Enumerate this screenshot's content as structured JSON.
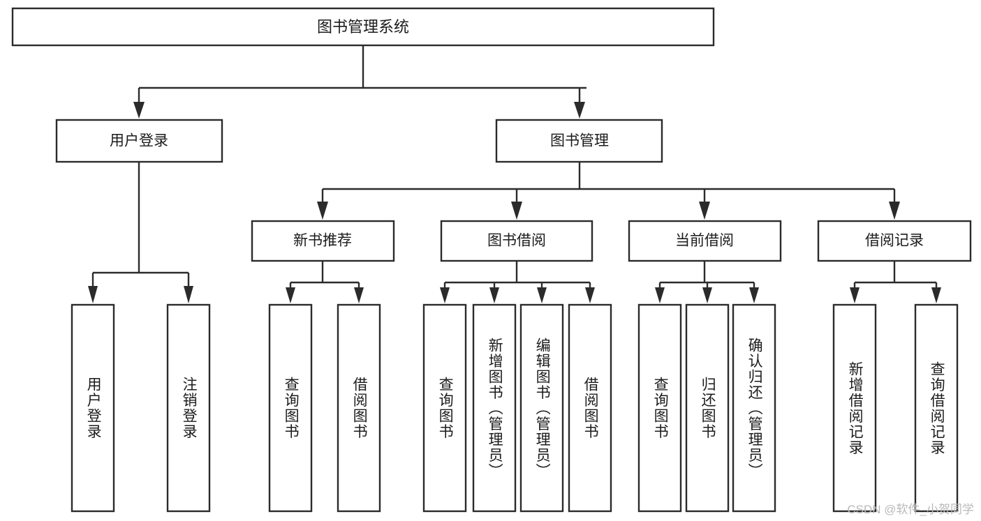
{
  "diagram": {
    "title": "图书管理系统",
    "type": "tree-hierarchy",
    "orientation": "top-down",
    "root": {
      "label": "图书管理系统"
    },
    "level1": [
      {
        "label": "用户登录"
      },
      {
        "label": "图书管理"
      }
    ],
    "level2": [
      {
        "label": "新书推荐",
        "parent": "图书管理"
      },
      {
        "label": "图书借阅",
        "parent": "图书管理"
      },
      {
        "label": "当前借阅",
        "parent": "图书管理"
      },
      {
        "label": "借阅记录",
        "parent": "图书管理"
      }
    ],
    "leaves": {
      "user_login": [
        {
          "label": "用户登录"
        },
        {
          "label": "注销登录"
        }
      ],
      "new_book_recommend": [
        {
          "label": "查询图书"
        },
        {
          "label": "借阅图书"
        }
      ],
      "book_borrow": [
        {
          "label": "查询图书"
        },
        {
          "label": "新增图书（管理员）"
        },
        {
          "label": "编辑图书（管理员）"
        },
        {
          "label": "借阅图书"
        }
      ],
      "current_borrow": [
        {
          "label": "查询图书"
        },
        {
          "label": "归还图书"
        },
        {
          "label": "确认归还（管理员）"
        }
      ],
      "borrow_record": [
        {
          "label": "新增借阅记录"
        },
        {
          "label": "查询借阅记录"
        }
      ]
    },
    "watermark": "CSDN @软件_小贺同学",
    "colors": {
      "stroke": "#2b2b2b",
      "fill": "#ffffff",
      "text": "#1b1b1b",
      "watermark": "#b9b9b9"
    }
  }
}
